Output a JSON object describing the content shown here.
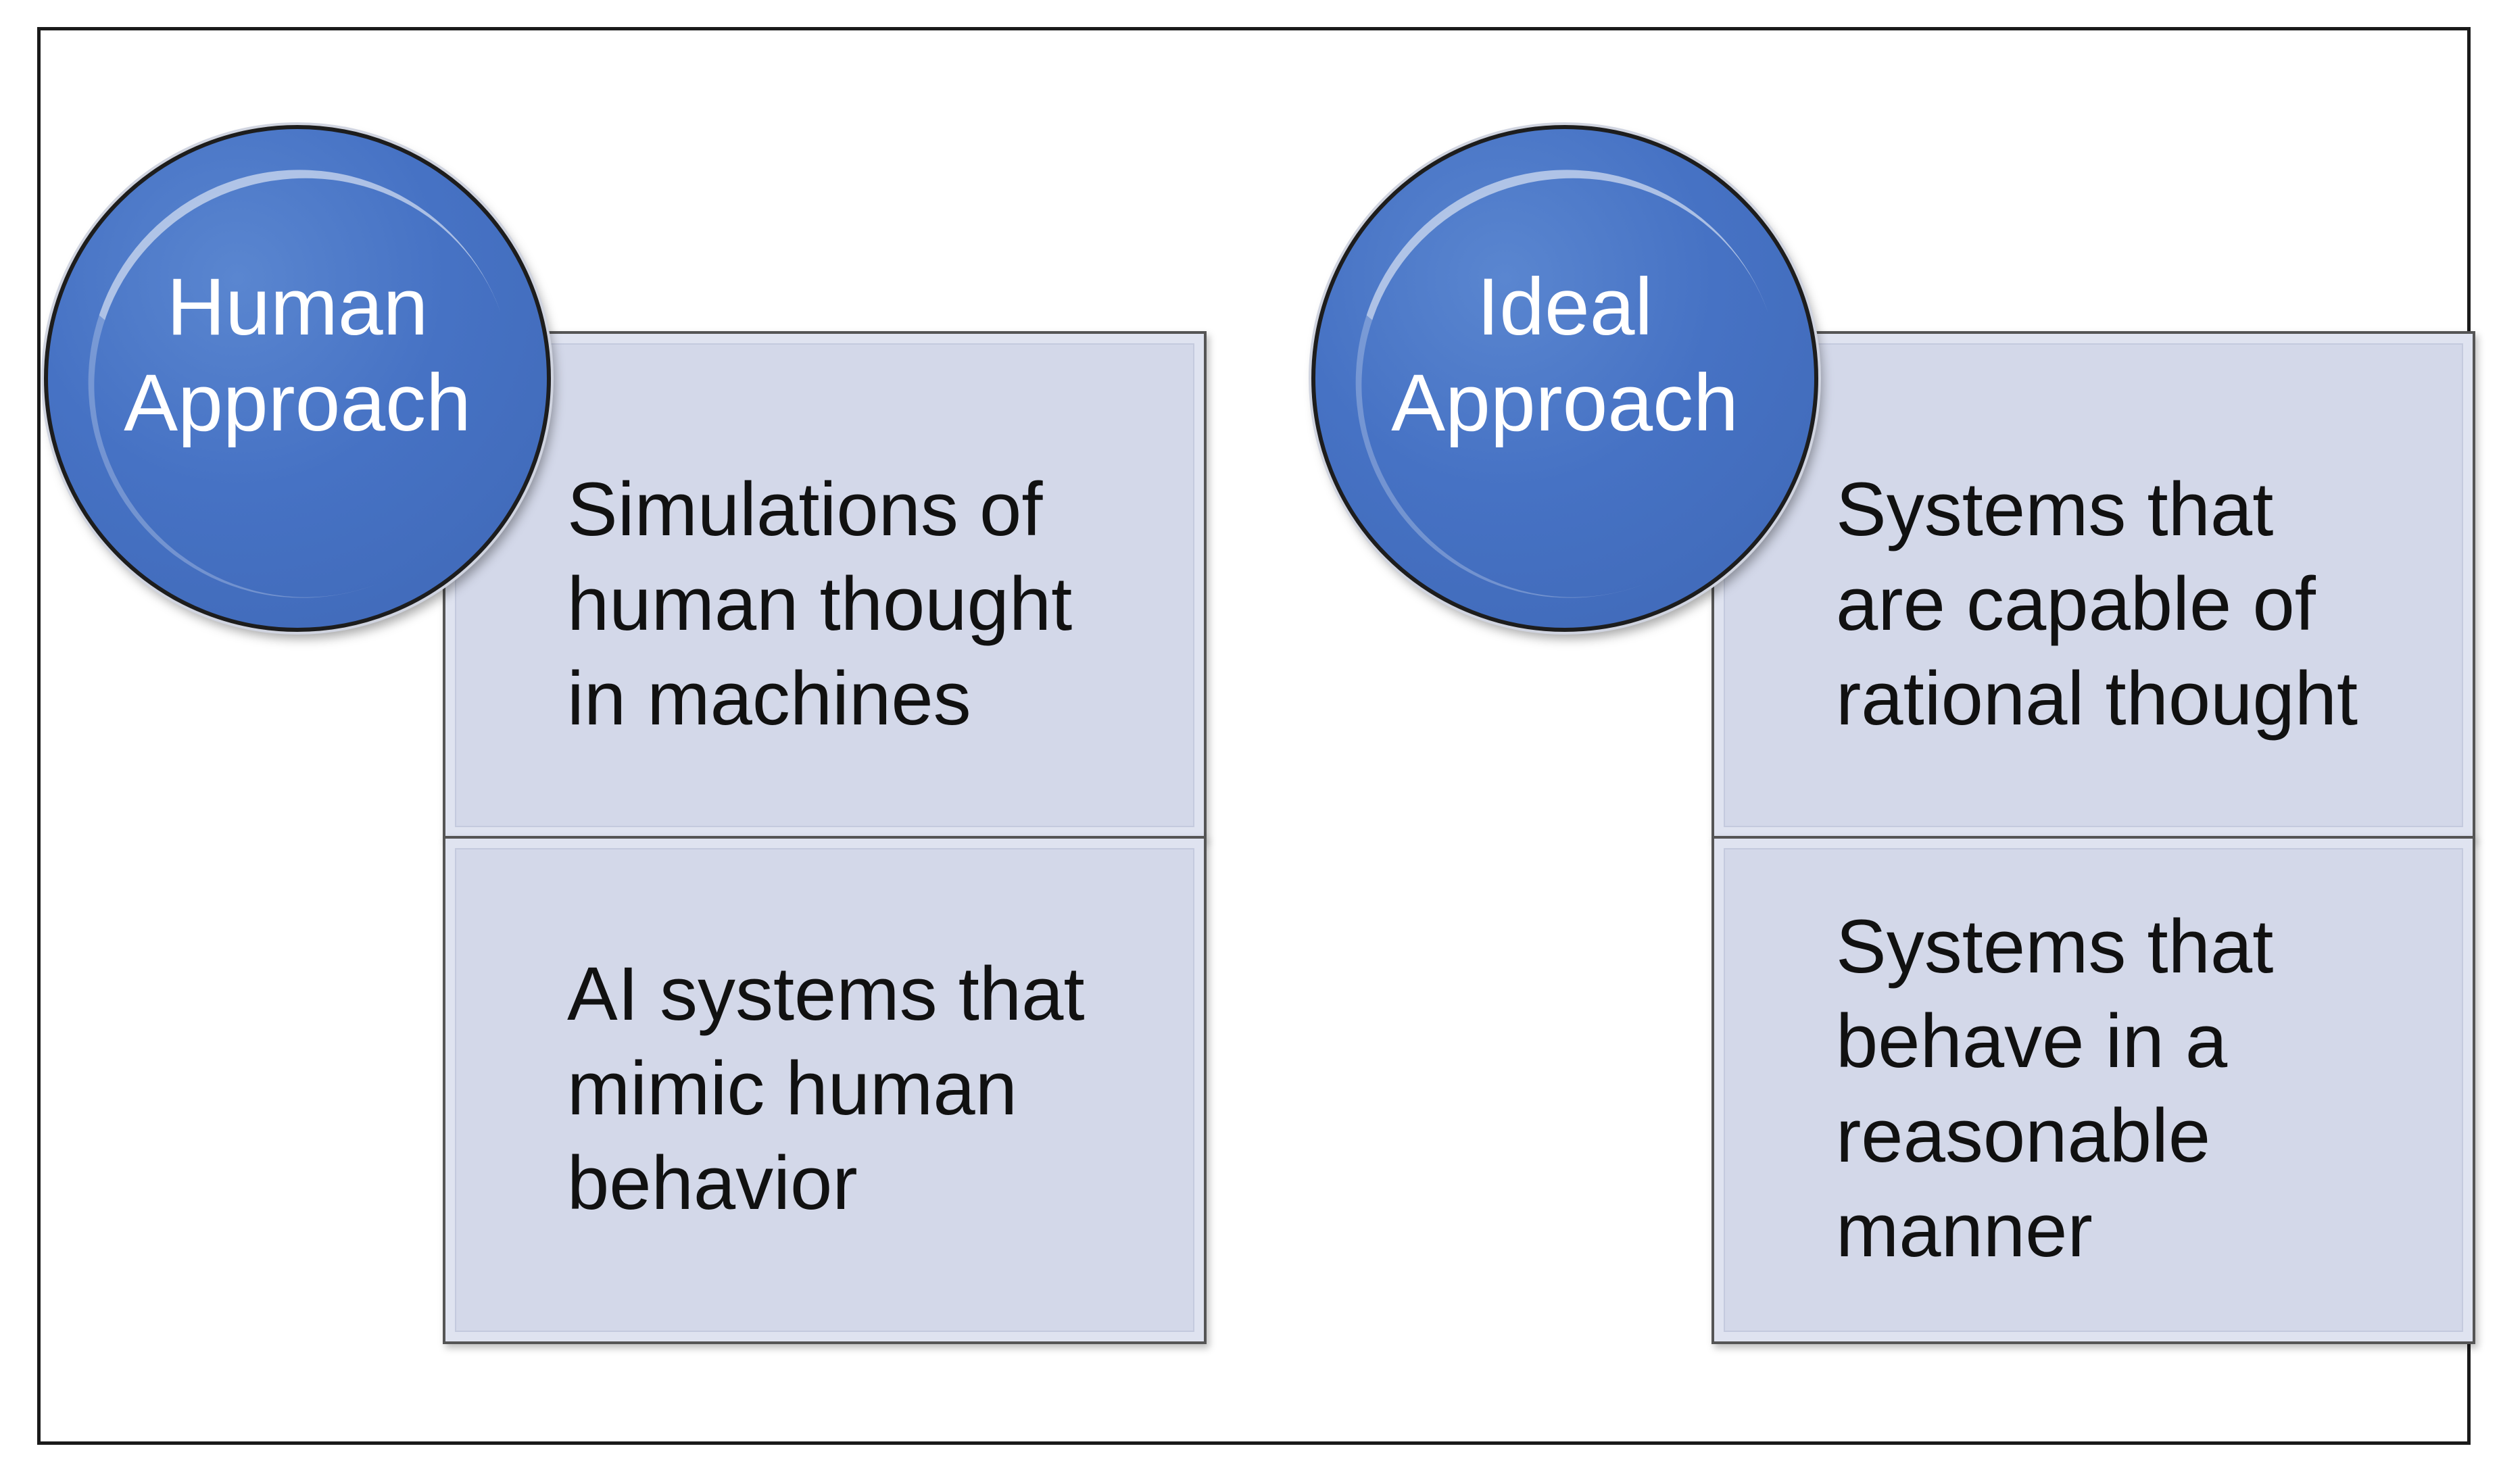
{
  "diagram": {
    "left": {
      "circle_label": "Human\nApproach",
      "box_top_text": "Simulations of\nhuman thought\nin machines",
      "box_bottom_text": "AI systems that\nmimic human\nbehavior"
    },
    "right": {
      "circle_label": "Ideal\nApproach",
      "box_top_text": "Systems that\nare capable of\nrational thought",
      "box_bottom_text": "Systems that\nbehave in a\nreasonable\nmanner"
    }
  },
  "colors": {
    "circle_fill": "#4472c4",
    "box_fill": "#d3d8e9",
    "border": "#1a1a1a",
    "text": "#111111"
  }
}
